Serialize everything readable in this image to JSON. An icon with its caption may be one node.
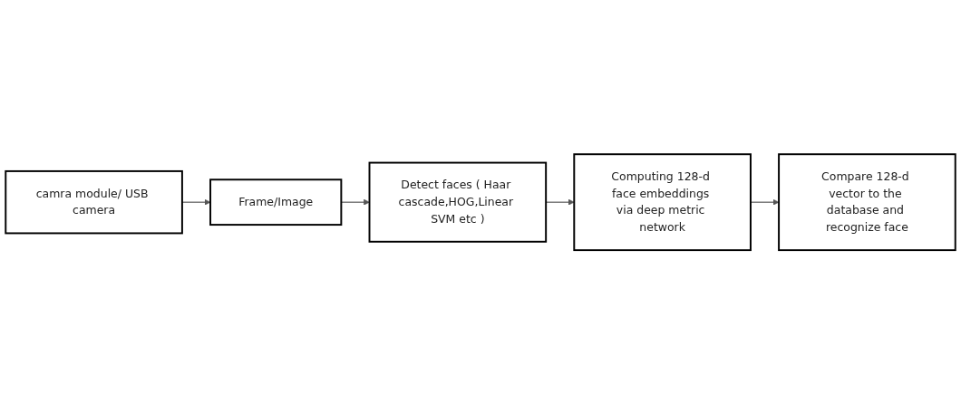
{
  "diagram": {
    "nodes": [
      {
        "text": [
          "camra module/ USB camera"
        ]
      },
      {
        "text": [
          "Frame/Image"
        ]
      },
      {
        "text": [
          "Detect faces ( Haar cascade,HOG,Linear SVM etc )"
        ]
      },
      {
        "text": [
          "Computing 128-d face embeddings via deep metric network"
        ]
      },
      {
        "text": [
          "Compare 128-d vector to the database and recognize face"
        ]
      }
    ],
    "edges": [
      {
        "from": 0,
        "to": 1,
        "arrow": "to"
      },
      {
        "from": 1,
        "to": 2,
        "arrow": "to"
      },
      {
        "from": 2,
        "to": 3,
        "arrow": "to"
      },
      {
        "from": 3,
        "to": 4,
        "arrow": "to"
      }
    ]
  }
}
